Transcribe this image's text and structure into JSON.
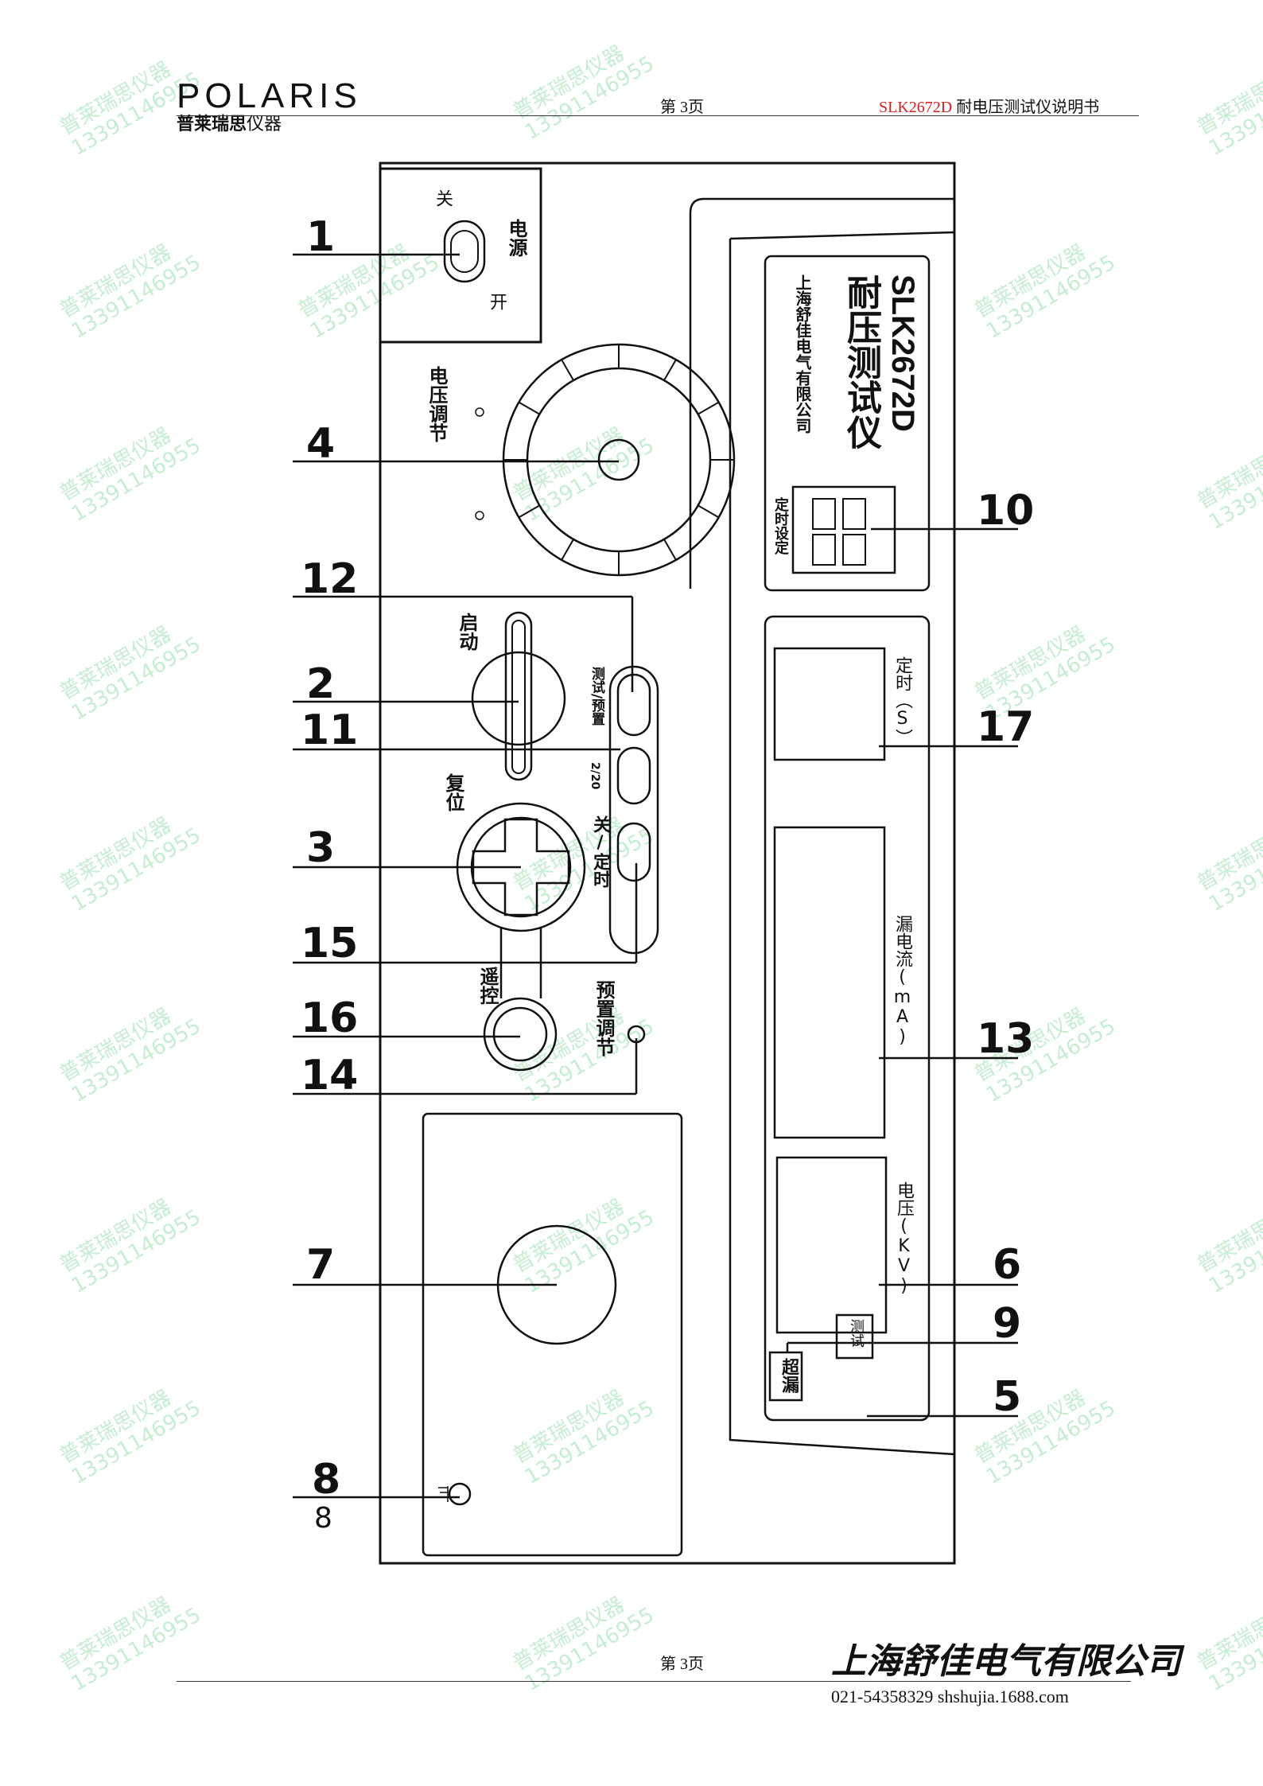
{
  "header": {
    "logo_text": "POLARIS",
    "logo_sub": "普莱瑞思",
    "logo_sub2": "仪器",
    "page_label": "第 3页",
    "doc_model": "SLK2672D",
    "doc_title": " 耐电压测试仪说明书"
  },
  "footer": {
    "page_label": "第 3页",
    "company": "上海舒佳电气有限公司",
    "contact": "021-54358329 shshujia.1688.com"
  },
  "watermark": {
    "line1": "普莱瑞思仪器",
    "line2": "13391146955"
  },
  "panel": {
    "power_label": "电源",
    "power_off": "关",
    "power_on": "开",
    "voltage_adjust": "电压调节",
    "start_label": "启动",
    "reset_label": "复位",
    "remote_label": "遥控",
    "preset_adjust": "预置调节",
    "switch_test_preset": "测试/预置",
    "switch_range": "2/20",
    "switch_timer": "关/定时",
    "brand_model": "SLK2672D",
    "brand_name": "耐压测试仪",
    "brand_company": "上海舒佳电气有限公司",
    "timer_set": "定时设定",
    "display_timer": "定时（S）",
    "display_leak": "漏电流(mA)",
    "display_voltage": "电压(KV)",
    "ind_overleak": "超漏",
    "ind_test": "测试",
    "ground_num": "8"
  },
  "callouts": [
    "1",
    "4",
    "12",
    "2",
    "11",
    "3",
    "15",
    "16",
    "14",
    "7",
    "8",
    "10",
    "17",
    "13",
    "6",
    "9",
    "5"
  ]
}
